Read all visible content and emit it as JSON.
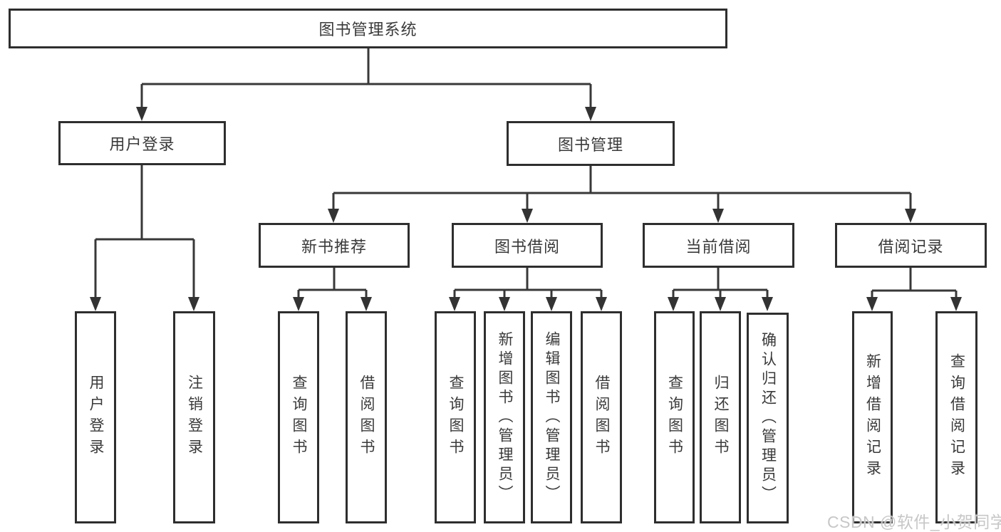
{
  "diagram": {
    "title_node": "图书管理系统",
    "root": {
      "label": "图书管理系统"
    },
    "branches": [
      {
        "label": "用户登录",
        "children": [
          {
            "label": "用户登录"
          },
          {
            "label": "注销登录"
          }
        ]
      },
      {
        "label": "图书管理",
        "children": [
          {
            "label": "新书推荐",
            "children": [
              {
                "label": "查询图书"
              },
              {
                "label": "借阅图书"
              }
            ]
          },
          {
            "label": "图书借阅",
            "children": [
              {
                "label": "查询图书"
              },
              {
                "label": "新增图书（管理员）"
              },
              {
                "label": "编辑图书（管理员）"
              },
              {
                "label": "借阅图书"
              }
            ]
          },
          {
            "label": "当前借阅",
            "children": [
              {
                "label": "查询图书"
              },
              {
                "label": "归还图书"
              },
              {
                "label": "确认归还（管理员）"
              }
            ]
          },
          {
            "label": "借阅记录",
            "children": [
              {
                "label": "新增借阅记录"
              },
              {
                "label": "查询借阅记录"
              }
            ]
          }
        ]
      }
    ],
    "colors": {
      "line": "#383838",
      "border": "#2e2e2e",
      "text": "#3a3a3a",
      "background": "#ffffff",
      "watermark": "#c7c7c7"
    }
  },
  "watermark": {
    "text": "CSDN @软件_小贺同学"
  }
}
